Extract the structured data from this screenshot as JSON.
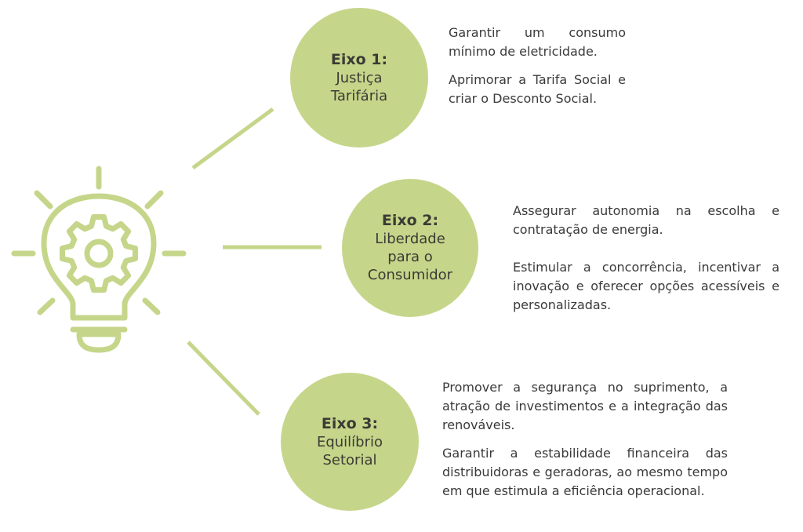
{
  "colors": {
    "accent": "#c5d68a",
    "text": "#3a3a3a",
    "dark_text": "#3b3b35"
  },
  "icon": "lightbulb-gear-icon",
  "axes": [
    {
      "number": "Eixo 1:",
      "name_lines": [
        "Justiça",
        "Tarifária"
      ],
      "paragraphs": [
        "Garantir um consumo mínimo de eletricidade.",
        "Aprimorar a Tarifa Social e criar o Desconto Social."
      ]
    },
    {
      "number": "Eixo 2:",
      "name_lines": [
        "Liberdade",
        "para o",
        "Consumidor"
      ],
      "paragraphs": [
        "Assegurar autonomia na escolha e contratação de energia.",
        "Estimular a concorrência, incentivar a inovação e oferecer opções acessíveis e personalizadas."
      ]
    },
    {
      "number": "Eixo 3:",
      "name_lines": [
        "Equilíbrio",
        "Setorial"
      ],
      "paragraphs": [
        "Promover a segurança no suprimento, a atração de investimentos e a integração das renováveis.",
        "Garantir a estabilidade financeira das distribuidoras e geradoras, ao mesmo tempo em que estimula a eficiência operacional."
      ]
    }
  ]
}
